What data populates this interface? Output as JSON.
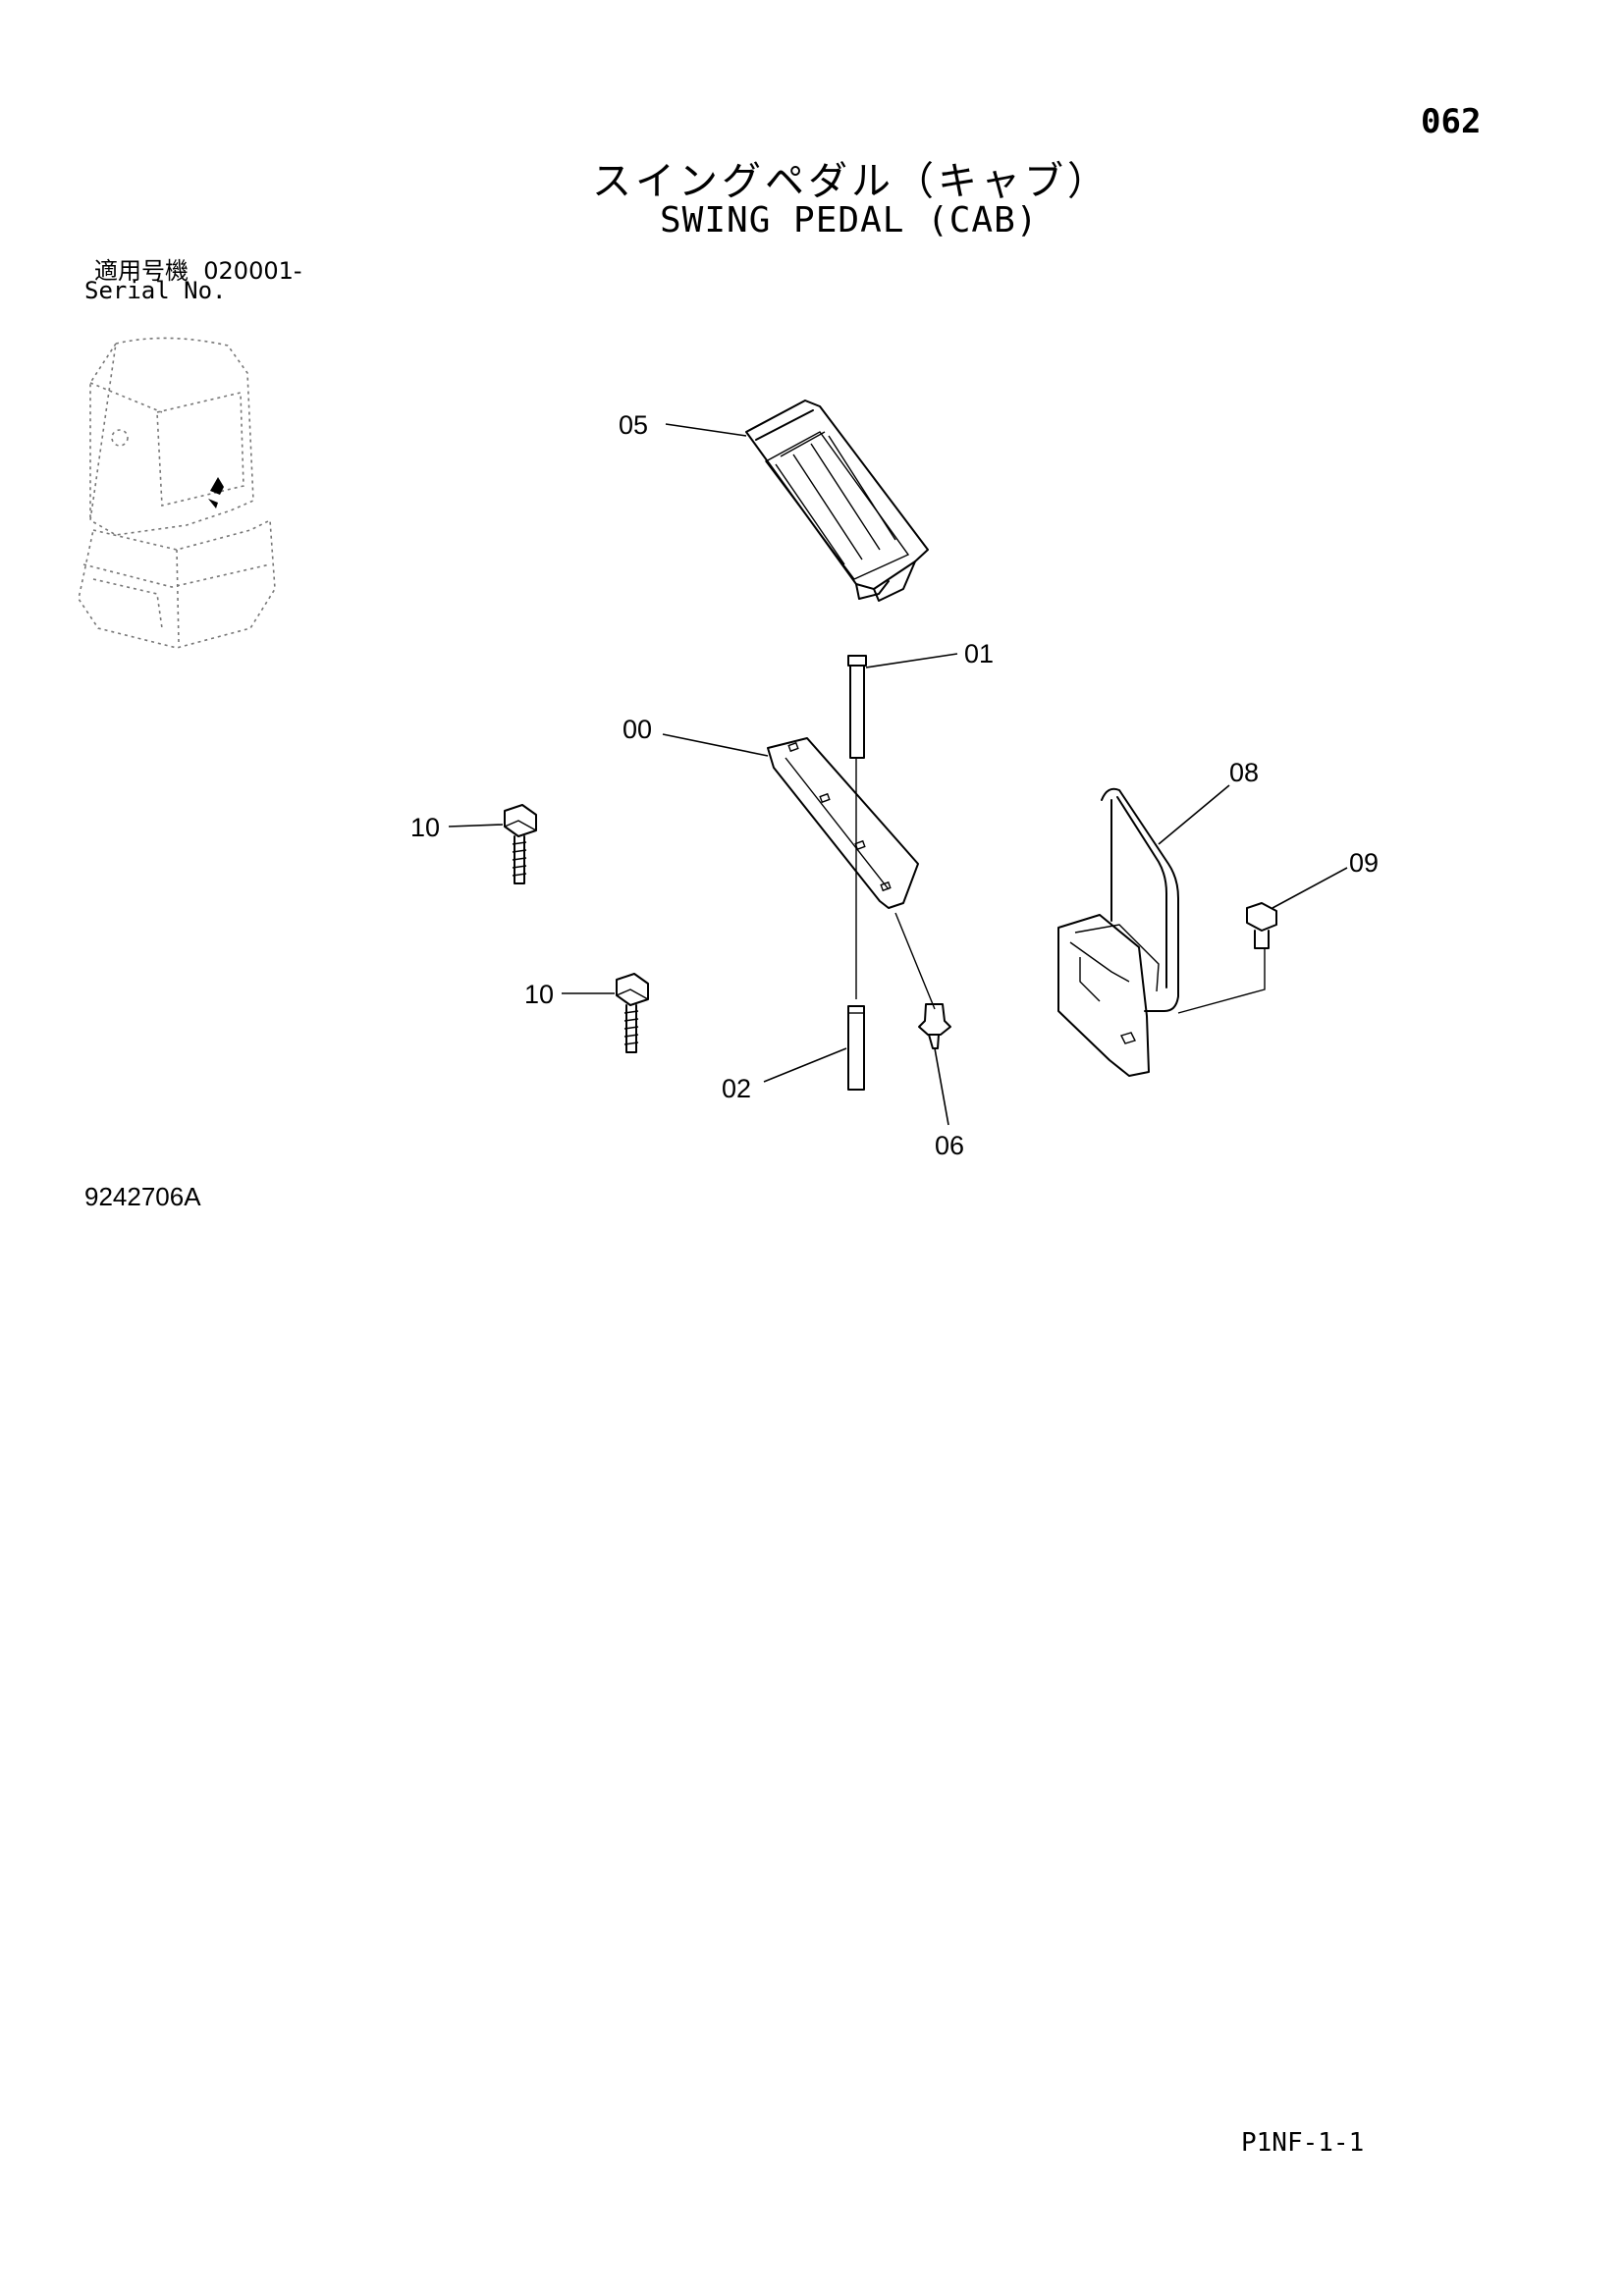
{
  "header": {
    "page_number": "062",
    "title_ja": "スイングペダル（キャブ）",
    "title_en": "SWING PEDAL (CAB)",
    "serial_label_ja": "適用号機",
    "serial_range": "020001-",
    "serial_label_en": "Serial No."
  },
  "callouts": {
    "c00": "00",
    "c01": "01",
    "c02": "02",
    "c05": "05",
    "c06": "06",
    "c08": "08",
    "c09": "09",
    "c10a": "10",
    "c10b": "10"
  },
  "drawing_number": "9242706A",
  "footer_code": "P1NF-1-1"
}
